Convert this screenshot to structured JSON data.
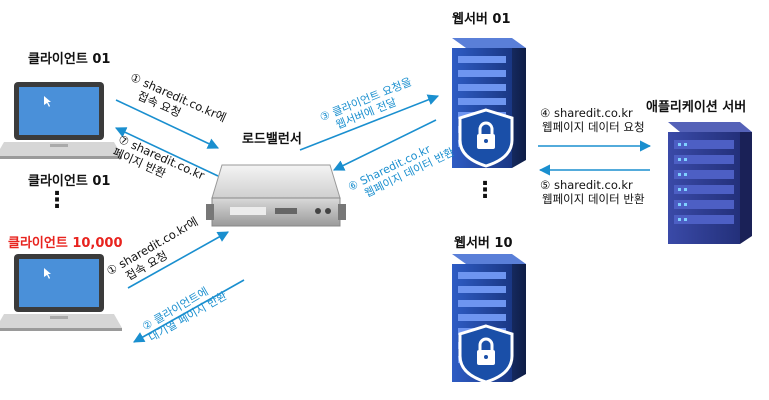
{
  "nodes": {
    "client_top": "클라이언트 01",
    "client_mid": "클라이언트 01",
    "client_last": "클라이언트 10,000",
    "ellipsis": "⋮",
    "load_balancer": "로드밸런서",
    "web_server_1": "웹서버 01",
    "web_server_10": "웹서버 10",
    "app_server": "애플리케이션 서버"
  },
  "steps": {
    "top_1": [
      "① sharedit.co.kr에",
      "접속 요청"
    ],
    "top_7": [
      "⑦ sharedit.co.kr",
      "페이지 반환"
    ],
    "bottom_1": [
      "① sharedit.co.kr에",
      "접속 요청"
    ],
    "bottom_2": [
      "② 클라이언트에",
      "대기열 페이지 반환"
    ],
    "step_3": [
      "③ 클라이언트 요청을",
      "웹서버에 전달"
    ],
    "step_6": [
      "⑥ Sharedit.co.kr",
      "웹페이지 데이터 반환"
    ],
    "step_4": [
      "④ sharedit.co.kr",
      "웹페이지 데이터 요청"
    ],
    "step_5": [
      "⑤ sharedit.co.kr",
      "웹페이지 데이터 반환"
    ]
  },
  "colors": {
    "arrow": "#1a8fcf",
    "highlight": "#e8231e",
    "server": "#1f3f8f"
  }
}
